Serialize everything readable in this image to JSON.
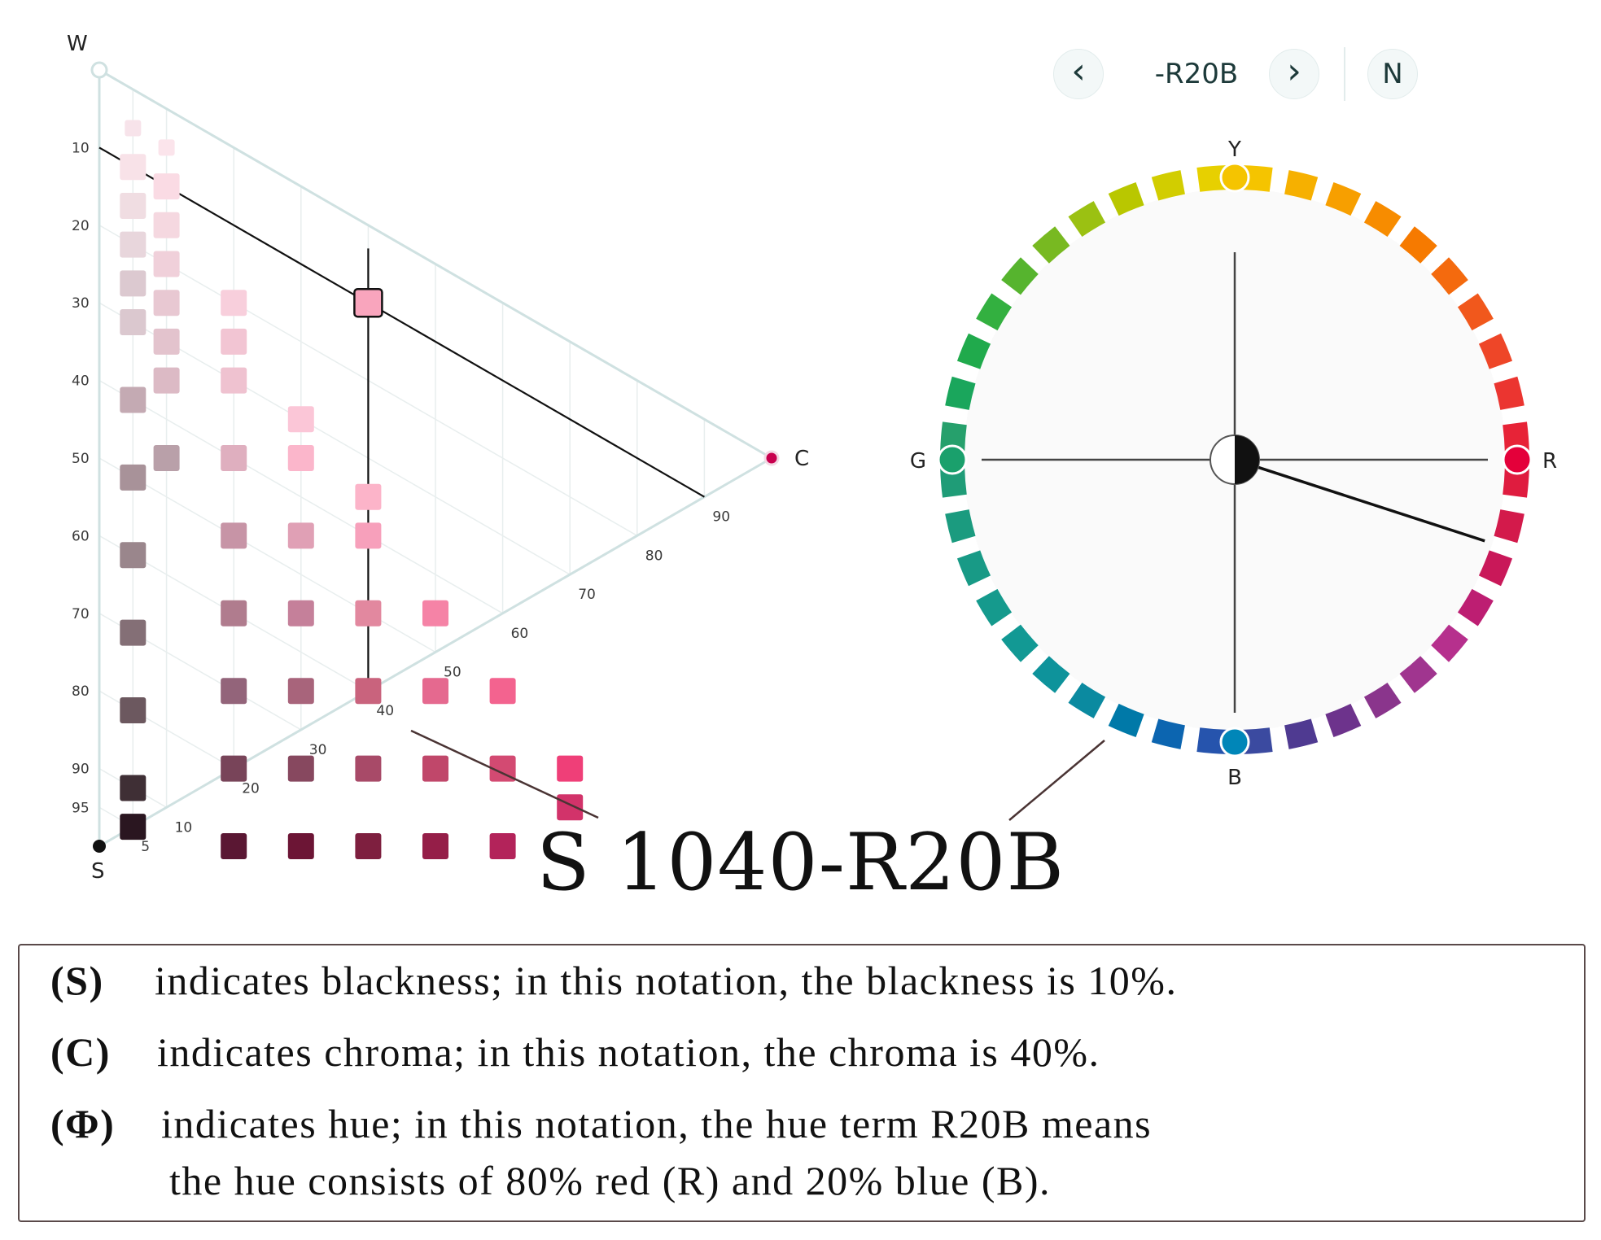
{
  "triangle": {
    "vertex_w": "W",
    "vertex_s": "S",
    "vertex_c": "C",
    "blackness_ticks": [
      "10",
      "20",
      "30",
      "40",
      "50",
      "60",
      "70",
      "80",
      "90",
      "95"
    ],
    "chromaticness_ticks": [
      "5",
      "10",
      "20",
      "30",
      "40",
      "50",
      "60",
      "70",
      "80",
      "90"
    ]
  },
  "swatches": [
    {
      "s": 5,
      "c": 5,
      "hex": "#f7e3ea"
    },
    {
      "s": 5,
      "c": 10,
      "hex": "#fbe4eb"
    },
    {
      "s": 10,
      "c": 5,
      "hex": "#f8e2e8"
    },
    {
      "s": 10,
      "c": 10,
      "hex": "#fadbe4"
    },
    {
      "s": 15,
      "c": 5,
      "hex": "#f0dde2"
    },
    {
      "s": 15,
      "c": 10,
      "hex": "#f5d8e0"
    },
    {
      "s": 20,
      "c": 5,
      "hex": "#e8d6dc"
    },
    {
      "s": 20,
      "c": 10,
      "hex": "#f0d0da"
    },
    {
      "s": 20,
      "c": 20,
      "hex": "#f8cfdc"
    },
    {
      "s": 25,
      "c": 5,
      "hex": "#dcc9d0"
    },
    {
      "s": 25,
      "c": 10,
      "hex": "#e8c8d2"
    },
    {
      "s": 25,
      "c": 20,
      "hex": "#f2c5d3"
    },
    {
      "s": 30,
      "c": 5,
      "hex": "#dbc8cf"
    },
    {
      "s": 30,
      "c": 10,
      "hex": "#e3c3cd"
    },
    {
      "s": 30,
      "c": 20,
      "hex": "#efc2d0"
    },
    {
      "s": 30,
      "c": 30,
      "hex": "#fbc6d7"
    },
    {
      "s": 35,
      "c": 10,
      "hex": "#dcbac5"
    },
    {
      "s": 35,
      "c": 30,
      "hex": "#fbb6cb"
    },
    {
      "s": 35,
      "c": 40,
      "hex": "#fcb4c9"
    },
    {
      "s": 40,
      "c": 5,
      "hex": "#c4aab3"
    },
    {
      "s": 40,
      "c": 20,
      "hex": "#dfafbf"
    },
    {
      "s": 40,
      "c": 40,
      "hex": "#f7a0bb"
    },
    {
      "s": 45,
      "c": 10,
      "hex": "#b9a0a9"
    },
    {
      "s": 45,
      "c": 30,
      "hex": "#e0a0b5"
    },
    {
      "s": 45,
      "c": 50,
      "hex": "#f583a6"
    },
    {
      "s": 50,
      "c": 5,
      "hex": "#a89299"
    },
    {
      "s": 50,
      "c": 20,
      "hex": "#c794a6"
    },
    {
      "s": 50,
      "c": 40,
      "hex": "#e2889f"
    },
    {
      "s": 50,
      "c": 60,
      "hex": "#f3638f"
    },
    {
      "s": 55,
      "c": 30,
      "hex": "#c5809a"
    },
    {
      "s": 55,
      "c": 50,
      "hex": "#e5698f"
    },
    {
      "s": 55,
      "c": 70,
      "hex": "#ef3f78"
    },
    {
      "s": 60,
      "c": 5,
      "hex": "#9a868c"
    },
    {
      "s": 60,
      "c": 20,
      "hex": "#b07c8e"
    },
    {
      "s": 60,
      "c": 40,
      "hex": "#c9637d"
    },
    {
      "s": 60,
      "c": 60,
      "hex": "#d34a72"
    },
    {
      "s": 60,
      "c": 70,
      "hex": "#d2336a"
    },
    {
      "s": 65,
      "c": 30,
      "hex": "#a8647b"
    },
    {
      "s": 65,
      "c": 50,
      "hex": "#c0476a"
    },
    {
      "s": 70,
      "c": 5,
      "hex": "#846f76"
    },
    {
      "s": 70,
      "c": 20,
      "hex": "#93647a"
    },
    {
      "s": 70,
      "c": 40,
      "hex": "#a84a68"
    },
    {
      "s": 70,
      "c": 60,
      "hex": "#b3235a"
    },
    {
      "s": 75,
      "c": 30,
      "hex": "#87485f"
    },
    {
      "s": 75,
      "c": 50,
      "hex": "#951e48"
    },
    {
      "s": 80,
      "c": 5,
      "hex": "#6c585f"
    },
    {
      "s": 80,
      "c": 20,
      "hex": "#784459"
    },
    {
      "s": 80,
      "c": 40,
      "hex": "#7e1f3f"
    },
    {
      "s": 85,
      "c": 30,
      "hex": "#6c1535"
    },
    {
      "s": 90,
      "c": 5,
      "hex": "#3f2f35"
    },
    {
      "s": 90,
      "c": 20,
      "hex": "#5a1733"
    },
    {
      "s": 95,
      "c": 5,
      "hex": "#2a1620"
    }
  ],
  "selected_swatch": {
    "s": 10,
    "c": 40,
    "hex": "#f9a5bd"
  },
  "hue_nav": {
    "prev_icon": "chevron-left-icon",
    "next_icon": "chevron-right-icon",
    "prev_glyph": "‹",
    "next_glyph": "›",
    "current_hue": "-R20B",
    "neutral_label": "N"
  },
  "hue_circle": {
    "label_y": "Y",
    "label_r": "R",
    "label_b": "B",
    "label_g": "G",
    "pointer_hue": "R20B",
    "segments": [
      "#f5c400",
      "#f6b000",
      "#f79f00",
      "#f78c00",
      "#f67a00",
      "#f46a0e",
      "#f1581c",
      "#ee4628",
      "#eb3530",
      "#e72337",
      "#df1c3f",
      "#d31a4b",
      "#c91859",
      "#bd1e72",
      "#b6308d",
      "#a0358f",
      "#8a358c",
      "#6d338c",
      "#4f3a91",
      "#3b4aa0",
      "#2654ad",
      "#0c65b0",
      "#0079a8",
      "#0b8aa0",
      "#0e939b",
      "#129994",
      "#159a8d",
      "#189a86",
      "#1b9b7f",
      "#1f9c77",
      "#26a06c",
      "#1aa65c",
      "#20aa4c",
      "#33b040",
      "#56b42e",
      "#78b921",
      "#9bc112",
      "#b9c700",
      "#d2cd00",
      "#e7d000"
    ],
    "colors": {
      "y": "#f5c400",
      "r": "#e4003a",
      "b": "#0086b8",
      "g": "#1aa06c"
    }
  },
  "notation": "S 1040-R20B",
  "legend": [
    {
      "symbol": "(S)",
      "text": "indicates blackness; in this notation, the blackness is 10%."
    },
    {
      "symbol": "(C)",
      "text": "indicates chroma; in this notation, the chroma is 40%."
    },
    {
      "symbol": "(Φ)",
      "text": "indicates hue; in this notation, the hue term R20B means"
    },
    {
      "symbol": "",
      "text": "the hue consists of 80% red (R) and 20% blue (B)."
    }
  ]
}
